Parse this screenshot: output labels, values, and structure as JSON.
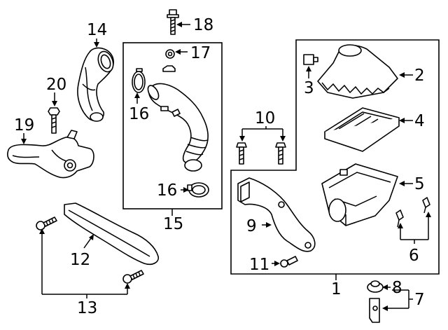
{
  "diagram": {
    "callouts": {
      "n1": "1",
      "n2": "2",
      "n3": "3",
      "n4": "4",
      "n5": "5",
      "n6": "6",
      "n7": "7",
      "n8": "8",
      "n9": "9",
      "n10": "10",
      "n11": "11",
      "n12": "12",
      "n13": "13",
      "n14": "14",
      "n15": "15",
      "n16a": "16",
      "n16b": "16",
      "n17": "17",
      "n18": "18",
      "n19": "19",
      "n20": "20"
    }
  }
}
